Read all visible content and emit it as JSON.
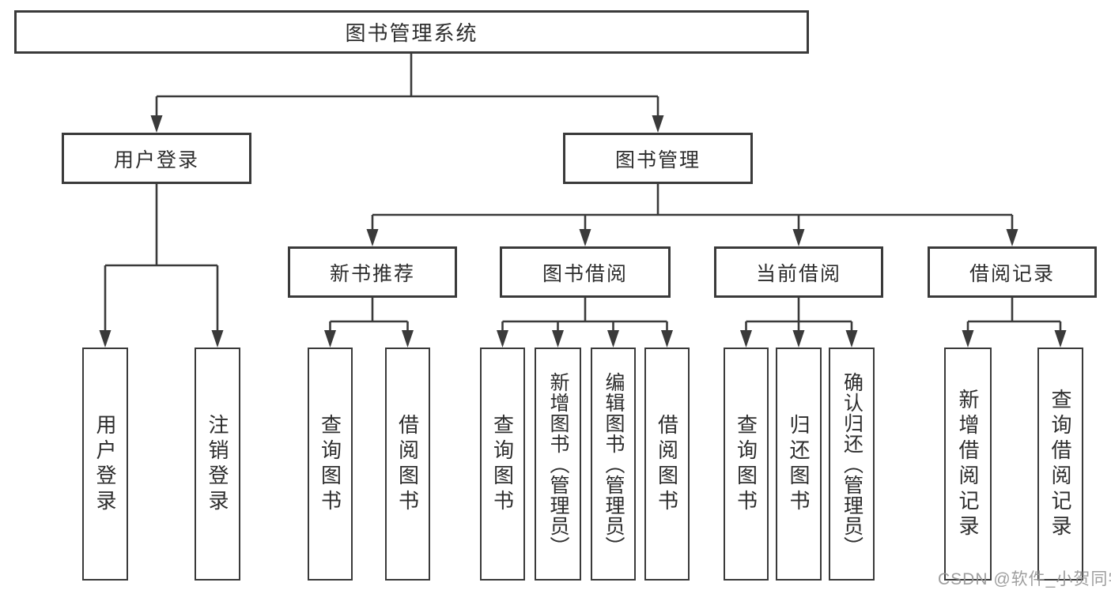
{
  "diagram": {
    "root": {
      "label": "图书管理系统"
    },
    "level2": [
      {
        "id": "user-login",
        "label": "用户登录"
      },
      {
        "id": "book-management",
        "label": "图书管理"
      }
    ],
    "level3": [
      {
        "id": "new-book-recommend",
        "label": "新书推荐",
        "parent": "图书管理"
      },
      {
        "id": "book-borrow",
        "label": "图书借阅",
        "parent": "图书管理"
      },
      {
        "id": "current-borrow",
        "label": "当前借阅",
        "parent": "图书管理"
      },
      {
        "id": "borrow-record",
        "label": "借阅记录",
        "parent": "图书管理"
      }
    ],
    "leaves": [
      {
        "id": "user-login-leaf",
        "label": "用户登录",
        "parent": "用户登录"
      },
      {
        "id": "logout",
        "label": "注销登录",
        "parent": "用户登录"
      },
      {
        "id": "query-books-1",
        "label": "查询图书",
        "parent": "新书推荐"
      },
      {
        "id": "borrow-books-1",
        "label": "借阅图书",
        "parent": "新书推荐"
      },
      {
        "id": "query-books-2",
        "label": "查询图书",
        "parent": "图书借阅"
      },
      {
        "id": "add-books-admin",
        "label": "新增图书（管理员）",
        "parent": "图书借阅"
      },
      {
        "id": "edit-books-admin",
        "label": "编辑图书（管理员）",
        "parent": "图书借阅"
      },
      {
        "id": "borrow-books-2",
        "label": "借阅图书",
        "parent": "图书借阅"
      },
      {
        "id": "query-books-3",
        "label": "查询图书",
        "parent": "当前借阅"
      },
      {
        "id": "return-books",
        "label": "归还图书",
        "parent": "当前借阅"
      },
      {
        "id": "confirm-return-admin",
        "label": "确认归还（管理员）",
        "parent": "当前借阅"
      },
      {
        "id": "add-borrow-record",
        "label": "新增借阅记录",
        "parent": "借阅记录"
      },
      {
        "id": "query-borrow-record",
        "label": "查询借阅记录",
        "parent": "借阅记录"
      }
    ]
  },
  "watermark": {
    "text": "CSDN @软件_小贺同学"
  },
  "colors": {
    "line": "#3a3a3a",
    "box_border": "#3a3a3a",
    "box_fill": "#ffffff",
    "text": "#2d2d2d",
    "watermark": "#969696",
    "background": "#ffffff"
  }
}
